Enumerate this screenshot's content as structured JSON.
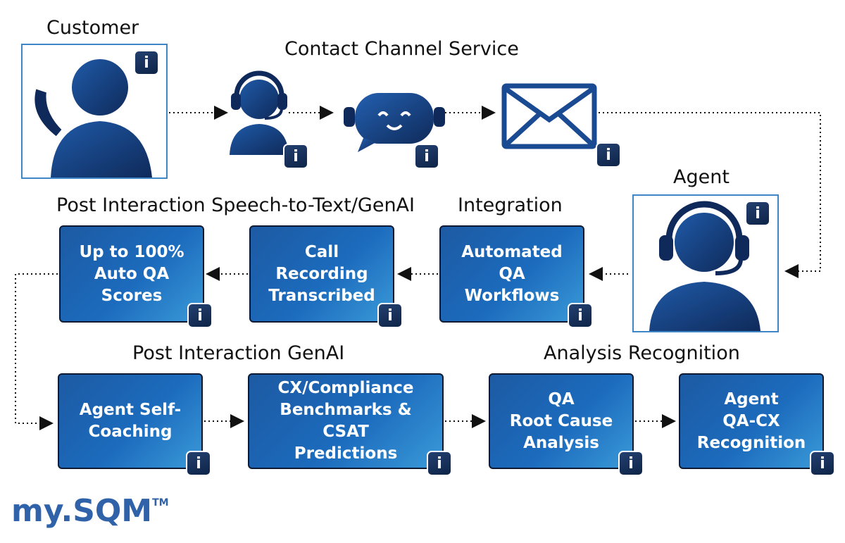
{
  "headings": {
    "customer": "Customer",
    "contact_channel": "Contact Channel Service",
    "agent": "Agent",
    "post_stt": "Post Interaction Speech-to-Text/GenAI",
    "integration": "Integration",
    "post_genai": "Post Interaction GenAI",
    "analysis": "Analysis Recognition"
  },
  "info_label": "i",
  "boxes": {
    "auto_qa": [
      "Up to 100%",
      "Auto QA",
      "Scores"
    ],
    "call_rec": [
      "Call",
      "Recording",
      "Transcribed"
    ],
    "aqa": [
      "Automated",
      "QA",
      "Workflows"
    ],
    "coaching": [
      "Agent Self-",
      "Coaching"
    ],
    "cx": [
      "CX/Compliance",
      "Benchmarks & CSAT",
      "Predictions"
    ],
    "rca": [
      "QA",
      "Root Cause",
      "Analysis"
    ],
    "recog": [
      "Agent",
      "QA-CX",
      "Recognition"
    ]
  },
  "icons": {
    "customer": "customer-phone-icon",
    "agent_headset": "headset-agent-icon",
    "chatbot": "chatbot-icon",
    "email": "envelope-icon",
    "agent": "agent-headset-icon",
    "info": "info-icon"
  },
  "colors": {
    "box_start": "#1d5aa3",
    "box_end": "#3a9ad8",
    "icon_dark": "#1a3d78",
    "frame": "#3f86c6",
    "info": "#0e2448"
  },
  "logo": {
    "text": "my.SQM",
    "trademark": "TM"
  }
}
